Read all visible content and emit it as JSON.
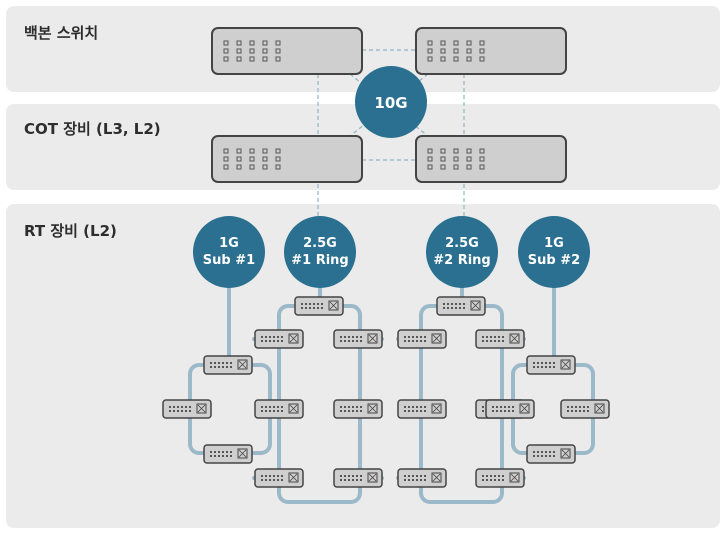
{
  "sections": {
    "backbone": "백본 스위치",
    "cot": "COT 장비 (L3, L2)",
    "rt": "RT 장비 (L2)"
  },
  "hubs": {
    "core": "10G",
    "sub1": [
      "1G",
      "Sub #1"
    ],
    "ring1": [
      "2.5G",
      "#1 Ring"
    ],
    "ring2": [
      "2.5G",
      "#2 Ring"
    ],
    "sub2": [
      "1G",
      "Sub #2"
    ]
  },
  "colors": {
    "band": "#ebebeb",
    "hub": "#2b7090",
    "cable": "#9bb9c9",
    "link_dashed": "#8fb3c6",
    "switch_fill": "#cfcfcf",
    "switch_border": "#444444"
  },
  "icons": {
    "switch": "network-switch-icon",
    "rt_device": "rt-device-icon"
  }
}
